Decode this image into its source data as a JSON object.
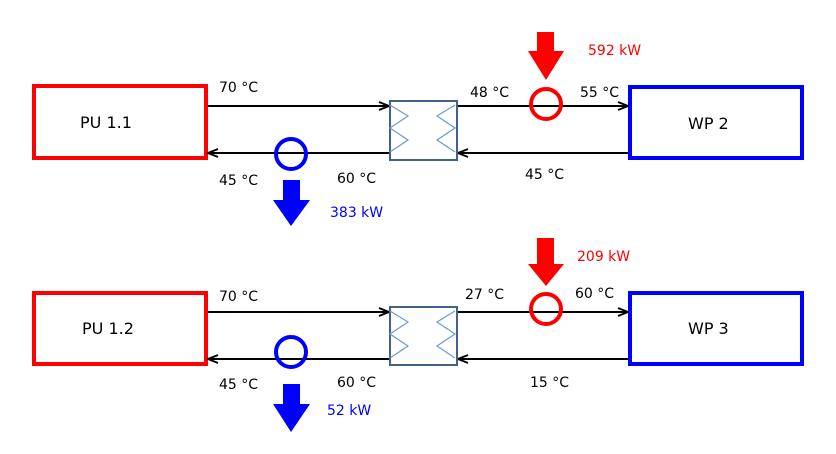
{
  "colors": {
    "hot": "#ff0000",
    "cold": "#0000ff",
    "line": "#000000",
    "hx_border": "#41628a",
    "hx_zigzag": "#6b9bd2"
  },
  "systems": [
    {
      "source": {
        "label": "PU 1.1"
      },
      "sink": {
        "label": "WP 2"
      },
      "source_supply_temp": "70 °C",
      "source_return_temp": "45 °C",
      "hx_source_out_temp": "60 °C",
      "hx_sink_out_temp": "48 °C",
      "sink_supply_temp": "55 °C",
      "sink_return_temp": "45 °C",
      "heat_in": "592 kW",
      "heat_out": "383 kW"
    },
    {
      "source": {
        "label": "PU 1.2"
      },
      "sink": {
        "label": "WP 3"
      },
      "source_supply_temp": "70 °C",
      "source_return_temp": "45 °C",
      "hx_source_out_temp": "60 °C",
      "hx_sink_out_temp": "27 °C",
      "sink_supply_temp": "60 °C",
      "sink_return_temp": "15 °C",
      "heat_in": "209 kW",
      "heat_out": "52 kW"
    }
  ]
}
